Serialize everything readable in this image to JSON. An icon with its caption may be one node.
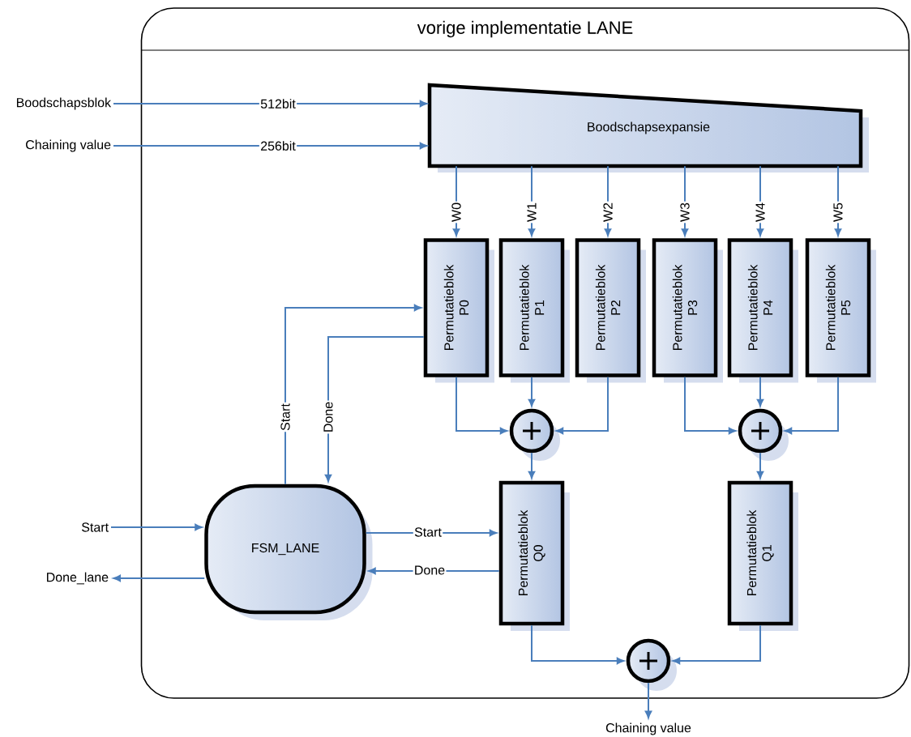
{
  "diagram": {
    "nodes": [
      {
        "text": [
          "vorige implementatie LANE"
        ]
      },
      {
        "text": [
          "Boodschapsblok"
        ]
      },
      {
        "text": [
          "Chaining value"
        ]
      },
      {
        "text": [
          "Boodschapsexpansie"
        ],
        "in": 0
      },
      {
        "text": [
          "Permutatieblok P0"
        ],
        "in": 0
      },
      {
        "text": [
          "Permutatieblok P1"
        ],
        "in": 0
      },
      {
        "text": [
          "Permutatieblok P2"
        ],
        "in": 0
      },
      {
        "text": [
          "Permutatieblok P3"
        ],
        "in": 0
      },
      {
        "text": [
          "Permutatieblok P4"
        ],
        "in": 0
      },
      {
        "text": [
          "Permutatieblok P5"
        ],
        "in": 0
      },
      {
        "text": [],
        "shape": "circle",
        "in": 0
      },
      {
        "text": [],
        "shape": "circle",
        "in": 0
      },
      {
        "text": [
          "Permutatieblok Q0"
        ],
        "in": 0
      },
      {
        "text": [
          "Permutatieblok Q1"
        ],
        "in": 0
      },
      {
        "text": [
          "FSM_LANE"
        ],
        "in": 0
      },
      {
        "text": [],
        "shape": "circle",
        "in": 0
      },
      {
        "text": [
          "Start"
        ]
      },
      {
        "text": [
          "Done_lane"
        ]
      },
      {
        "text": [
          "Chaining value"
        ]
      }
    ],
    "edges": [
      {
        "from": 1,
        "to": 3,
        "arrow": "to",
        "label": "512bit"
      },
      {
        "from": 2,
        "to": 3,
        "arrow": "to",
        "label": "256bit"
      },
      {
        "from": 3,
        "to": 4,
        "arrow": "to",
        "label": "W0"
      },
      {
        "from": 3,
        "to": 5,
        "arrow": "to",
        "label": "W1"
      },
      {
        "from": 3,
        "to": 6,
        "arrow": "to",
        "label": "W2"
      },
      {
        "from": 3,
        "to": 7,
        "arrow": "to",
        "label": "W3"
      },
      {
        "from": 3,
        "to": 8,
        "arrow": "to",
        "label": "W4"
      },
      {
        "from": 3,
        "to": 9,
        "arrow": "to",
        "label": "W5"
      },
      {
        "from": 4,
        "to": 10,
        "arrow": "to"
      },
      {
        "from": 5,
        "to": 10,
        "arrow": "to"
      },
      {
        "from": 6,
        "to": 10,
        "arrow": "to"
      },
      {
        "from": 7,
        "to": 11,
        "arrow": "to"
      },
      {
        "from": 8,
        "to": 11,
        "arrow": "to"
      },
      {
        "from": 9,
        "to": 11,
        "arrow": "to"
      },
      {
        "from": 10,
        "to": 12,
        "arrow": "to"
      },
      {
        "from": 11,
        "to": 13,
        "arrow": "to"
      },
      {
        "from": 14,
        "to": 4,
        "arrow": "to",
        "label": "Start"
      },
      {
        "from": 4,
        "to": 14,
        "arrow": "to",
        "label": "Done"
      },
      {
        "from": 16,
        "to": 14,
        "arrow": "to"
      },
      {
        "from": 14,
        "to": 17,
        "arrow": "to"
      },
      {
        "from": 14,
        "to": 12,
        "arrow": "to",
        "label": "Start"
      },
      {
        "from": 12,
        "to": 14,
        "arrow": "to",
        "label": "Done"
      },
      {
        "from": 12,
        "to": 15,
        "arrow": "to"
      },
      {
        "from": 13,
        "to": 15,
        "arrow": "to"
      },
      {
        "from": 15,
        "to": 18,
        "arrow": "to"
      }
    ]
  }
}
